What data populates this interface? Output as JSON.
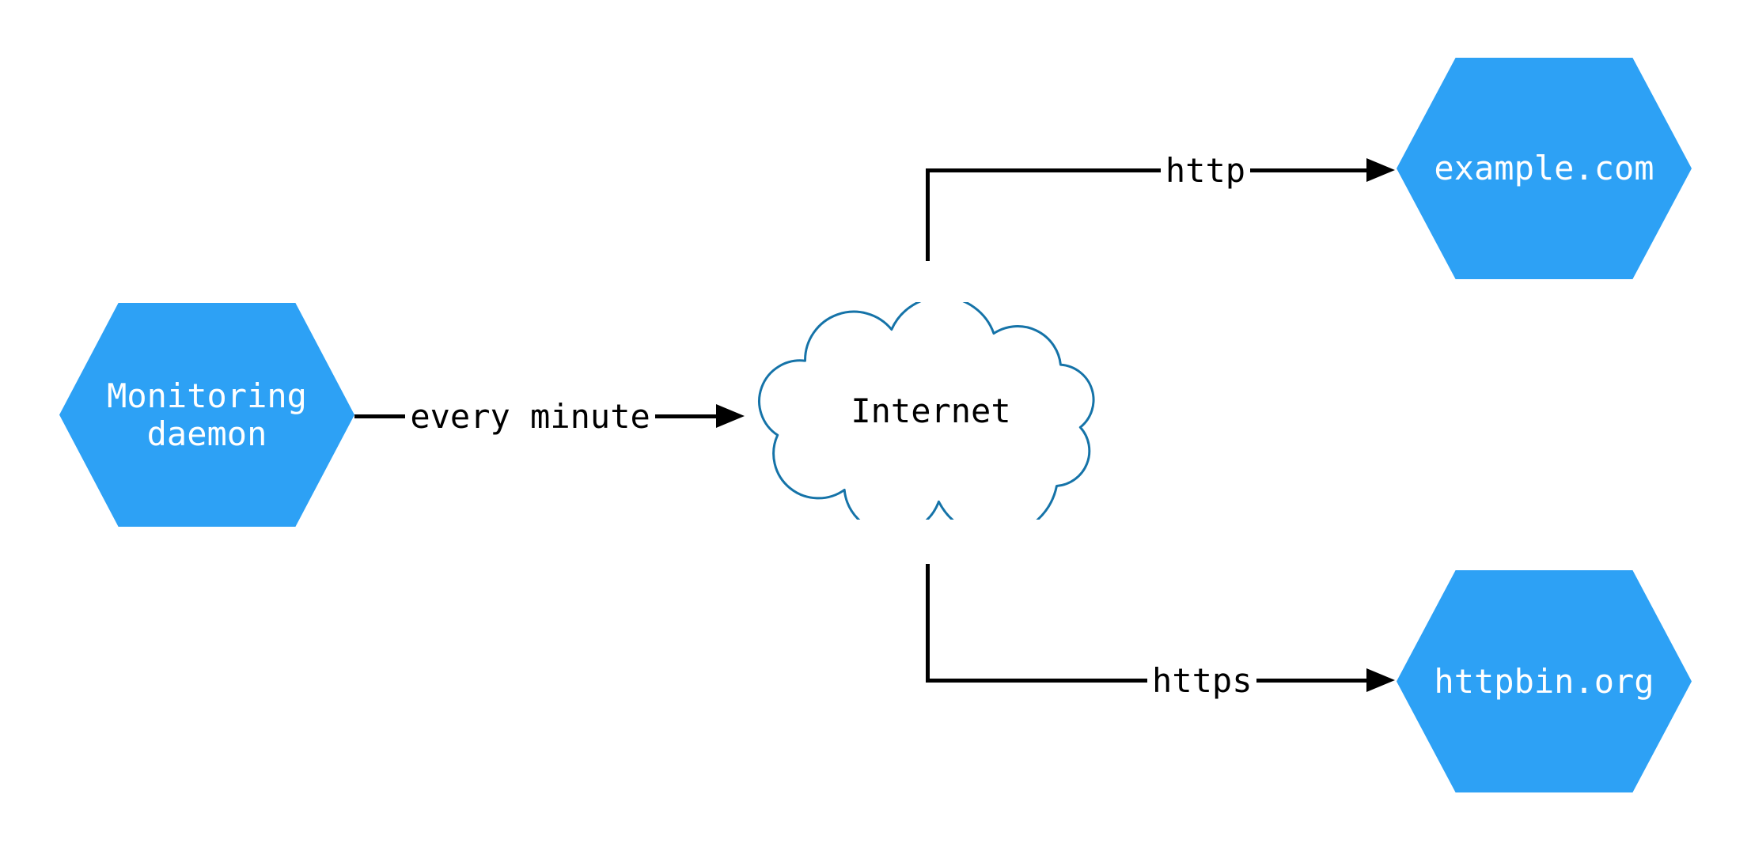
{
  "diagram": {
    "colors": {
      "canvas_bg": "#ffffff",
      "hexagon_fill": "#2da1f5",
      "hexagon_text": "#ffffff",
      "cloud_fill": "#ffffff",
      "cloud_stroke": "#1573a8",
      "edge_line": "#000000",
      "edge_text": "#000000"
    },
    "nodes": {
      "monitoring": {
        "shape": "hexagon",
        "label_line1": "Monitoring",
        "label_line2": "daemon"
      },
      "internet": {
        "shape": "cloud",
        "label": "Internet"
      },
      "example": {
        "shape": "hexagon",
        "label": "example.com"
      },
      "httpbin": {
        "shape": "hexagon",
        "label": "httpbin.org"
      }
    },
    "edges": {
      "every_minute": {
        "from": "monitoring",
        "to": "internet",
        "label": "every minute"
      },
      "http": {
        "from": "internet",
        "to": "example",
        "label": "http"
      },
      "https": {
        "from": "internet",
        "to": "httpbin",
        "label": "https"
      }
    }
  }
}
